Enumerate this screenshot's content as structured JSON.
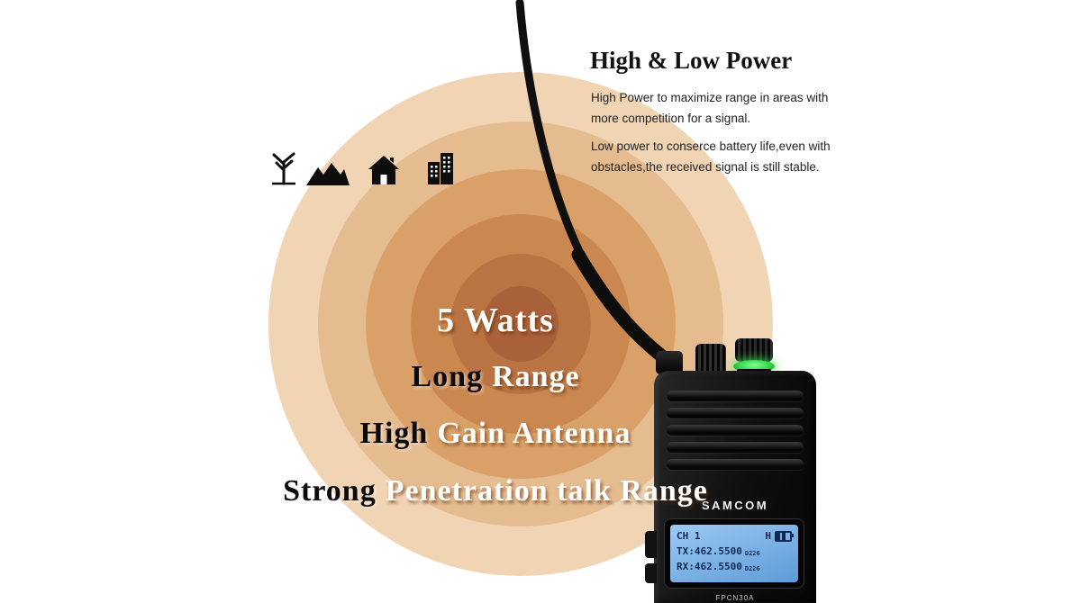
{
  "header": {
    "title": "High & Low Power",
    "para1": "High Power to maximize range in areas with more competition for a signal.",
    "para2": "Low power to conserce battery life,even with obstacles,the received signal is still stable."
  },
  "range_labels": {
    "line1": "5 Watts",
    "line2_dark": "Long",
    "line2_light": "Range",
    "line3_dark": "High",
    "line3_light": "Gain Antenna",
    "line4_dark": "Strong",
    "line4_light": "Penetration talk Range"
  },
  "icons": {
    "tree": "tree-icon",
    "mountains": "mountains-icon",
    "house": "house-icon",
    "buildings": "buildings-icon"
  },
  "radio": {
    "brand": "SAMCOM",
    "model": "FPCN30A",
    "display": {
      "row1_left": "CH 1",
      "row1_right": "H",
      "row2_freq": "TX:462.5500",
      "row2_code": "D226",
      "row3_freq": "RX:462.5500",
      "row3_code": "D226"
    }
  },
  "colors": {
    "ring_outer": "#f0d4b4",
    "ring_2": "#e5bb90",
    "ring_3": "#d9a167",
    "ring_4": "#cb8750",
    "ring_5": "#ba7342",
    "ring_center": "#a9613a",
    "led_green": "#2fd544",
    "display_blue": "#7db6e9"
  }
}
